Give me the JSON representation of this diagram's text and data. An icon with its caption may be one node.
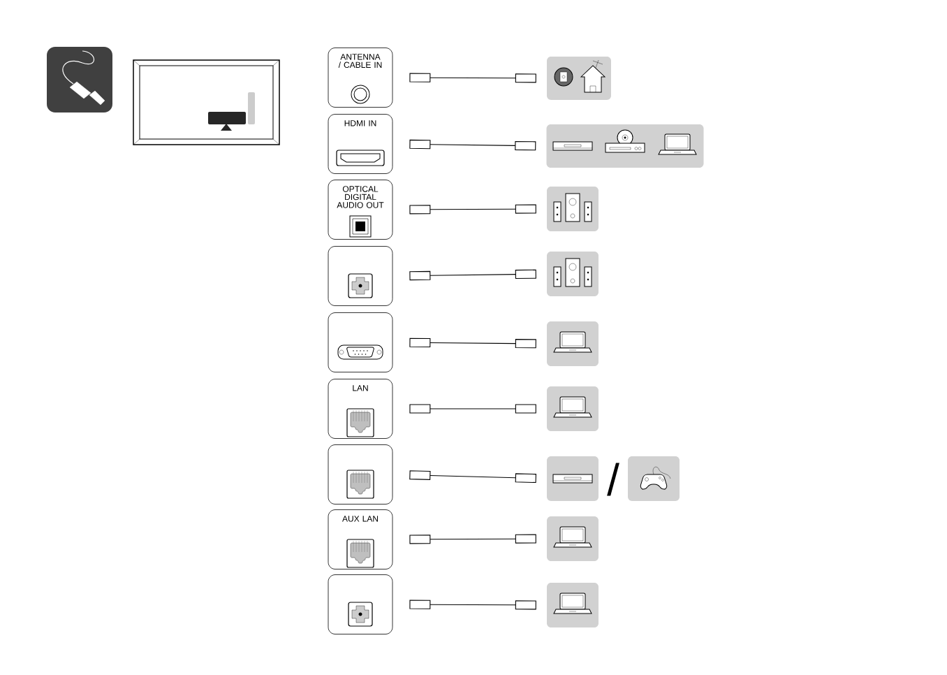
{
  "diagram": {
    "nodes": [
      {
        "text": [
          "ANTENNA / CABLE IN"
        ]
      },
      {
        "text": [
          "HDMI IN"
        ]
      },
      {
        "text": [
          "OPTICAL DIGITAL AUDIO OUT"
        ]
      },
      {
        "text": [],
        "shape": "box"
      },
      {
        "text": [],
        "shape": "box"
      },
      {
        "text": [
          "LAN"
        ]
      },
      {
        "text": [],
        "shape": "box"
      },
      {
        "text": [
          "AUX LAN"
        ]
      },
      {
        "text": [],
        "shape": "box"
      },
      {
        "text": [],
        "shape": "picture"
      },
      {
        "text": [],
        "shape": "picture"
      },
      {
        "text": [],
        "shape": "picture"
      },
      {
        "text": [],
        "shape": "picture"
      },
      {
        "text": [],
        "shape": "picture"
      },
      {
        "text": [],
        "shape": "picture"
      },
      {
        "text": [],
        "shape": "picture"
      },
      {
        "text": [],
        "shape": "picture"
      },
      {
        "text": [],
        "shape": "picture"
      },
      {
        "text": [],
        "shape": "picture"
      }
    ],
    "edges": [
      {
        "from": 0,
        "to": 9,
        "arrow": "other"
      },
      {
        "from": 1,
        "to": 10,
        "arrow": "other"
      },
      {
        "from": 2,
        "to": 11,
        "arrow": "other"
      },
      {
        "from": 3,
        "to": 12,
        "arrow": "other"
      },
      {
        "from": 4,
        "to": 13,
        "arrow": "other"
      },
      {
        "from": 5,
        "to": 14,
        "arrow": "other"
      },
      {
        "from": 6,
        "to": 15,
        "arrow": "other"
      },
      {
        "from": 7,
        "to": 17,
        "arrow": "other"
      },
      {
        "from": 8,
        "to": 18,
        "arrow": "other"
      }
    ],
    "labels": [
      "/"
    ]
  }
}
